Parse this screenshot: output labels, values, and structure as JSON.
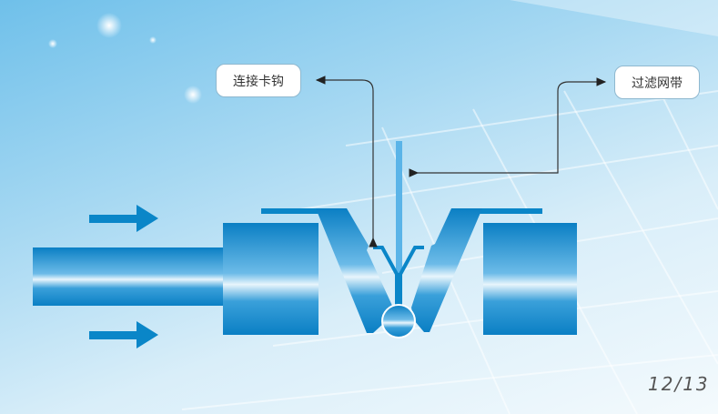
{
  "labels": {
    "hook": "连接卡钩",
    "filter_belt": "过滤网带"
  },
  "page_number": "12/13",
  "colors": {
    "blue": "#0a86c8",
    "light_blue": "#5ab4e8"
  }
}
